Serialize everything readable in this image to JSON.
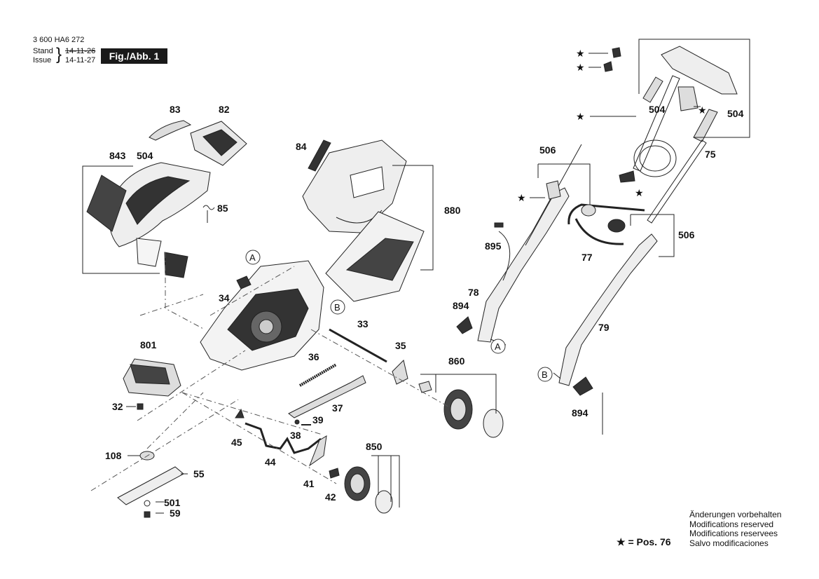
{
  "header": {
    "doc_number": "3 600 HA6 272",
    "stand_label": "Stand",
    "issue_label": "Issue",
    "stand_date": "14-11-26",
    "issue_date": "14-11-27",
    "figure_badge": "Fig./Abb. 1"
  },
  "parts": [
    {
      "id": "p83",
      "number": "83"
    },
    {
      "id": "p82",
      "number": "82"
    },
    {
      "id": "p504a",
      "number": "504"
    },
    {
      "id": "p843",
      "number": "843"
    },
    {
      "id": "p85",
      "number": "85"
    },
    {
      "id": "p84",
      "number": "84"
    },
    {
      "id": "p880",
      "number": "880"
    },
    {
      "id": "p34",
      "number": "34"
    },
    {
      "id": "p801",
      "number": "801"
    },
    {
      "id": "p32",
      "number": "32"
    },
    {
      "id": "p33",
      "number": "33"
    },
    {
      "id": "p35",
      "number": "35"
    },
    {
      "id": "p36",
      "number": "36"
    },
    {
      "id": "p37",
      "number": "37"
    },
    {
      "id": "p39",
      "number": "39"
    },
    {
      "id": "p38",
      "number": "38"
    },
    {
      "id": "p45",
      "number": "45"
    },
    {
      "id": "p44",
      "number": "44"
    },
    {
      "id": "p108",
      "number": "108"
    },
    {
      "id": "p55",
      "number": "55"
    },
    {
      "id": "p501",
      "number": "501"
    },
    {
      "id": "p59",
      "number": "59"
    },
    {
      "id": "p41",
      "number": "41"
    },
    {
      "id": "p42",
      "number": "42"
    },
    {
      "id": "p850",
      "number": "850"
    },
    {
      "id": "p860",
      "number": "860"
    },
    {
      "id": "p894a",
      "number": "894"
    },
    {
      "id": "p894b",
      "number": "894"
    },
    {
      "id": "p78",
      "number": "78"
    },
    {
      "id": "p79",
      "number": "79"
    },
    {
      "id": "p895",
      "number": "895"
    },
    {
      "id": "p506a",
      "number": "506"
    },
    {
      "id": "p506b",
      "number": "506"
    },
    {
      "id": "p77",
      "number": "77"
    },
    {
      "id": "p504b",
      "number": "504"
    },
    {
      "id": "p504c",
      "number": "504"
    },
    {
      "id": "p75",
      "number": "75"
    }
  ],
  "refs": [
    {
      "id": "refA1",
      "letter": "A"
    },
    {
      "id": "refB1",
      "letter": "B"
    },
    {
      "id": "refA2",
      "letter": "A"
    },
    {
      "id": "refB2",
      "letter": "B"
    }
  ],
  "star_symbol": "★",
  "legend": {
    "text": "★ = Pos. 76"
  },
  "notes": [
    "Änderungen vorbehalten",
    "Modifications reserved",
    "Modifications reservees",
    "Salvo modificaciones"
  ]
}
